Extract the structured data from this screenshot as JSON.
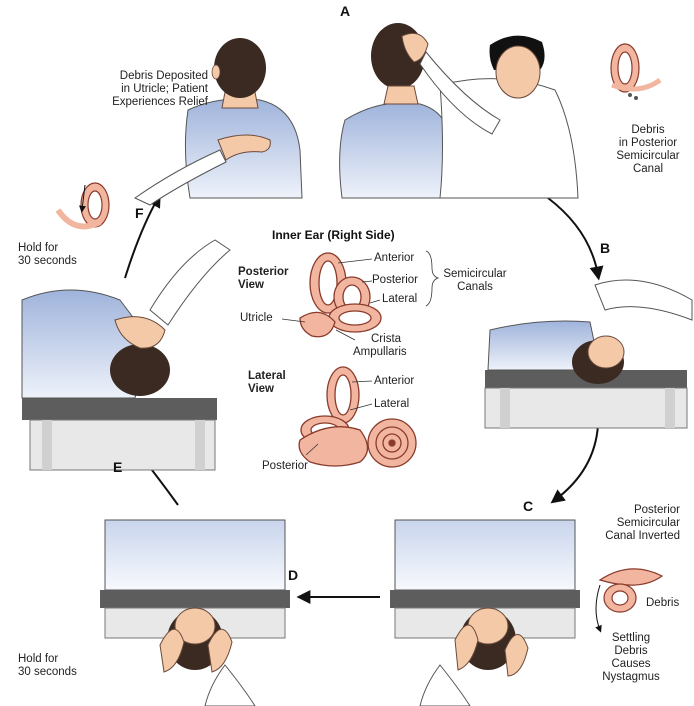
{
  "steps": {
    "a": "A",
    "b": "B",
    "c": "C",
    "d": "D",
    "e": "E",
    "f": "F"
  },
  "labels": {
    "debris_deposited_1": "Debris Deposited",
    "debris_deposited_2": "in Utricle; Patient",
    "debris_deposited_3": "Experiences Relief",
    "debris_posterior_1": "Debris",
    "debris_posterior_2": "in Posterior",
    "debris_posterior_3": "Semicircular",
    "debris_posterior_4": "Canal",
    "hold_top_1": "Hold for",
    "hold_top_2": "30 seconds",
    "hold_bottom_1": "Hold for",
    "hold_bottom_2": "30 seconds",
    "inverted_1": "Posterior",
    "inverted_2": "Semicircular",
    "inverted_3": "Canal Inverted",
    "debris_c": "Debris",
    "settling_1": "Settling",
    "settling_2": "Debris",
    "settling_3": "Causes",
    "settling_4": "Nystagmus"
  },
  "inner_ear": {
    "title": "Inner Ear (Right Side)",
    "posterior_view_1": "Posterior",
    "posterior_view_2": "View",
    "lateral_view_1": "Lateral",
    "lateral_view_2": "View",
    "anterior": "Anterior",
    "posterior": "Posterior",
    "lateral": "Lateral",
    "semicircular_1": "Semicircular",
    "semicircular_2": "Canals",
    "utricle": "Utricle",
    "crista_1": "Crista",
    "crista_2": "Ampullaris",
    "anterior_2": "Anterior",
    "lateral_2": "Lateral",
    "posterior_2": "Posterior"
  },
  "colors": {
    "shirt": "#aebfe0",
    "shirt_dark": "#7f95c4",
    "skin": "#f3c9a8",
    "hair": "#3a2a22",
    "ear_pink": "#f2b6a0",
    "ear_outline": "#8a3b2c",
    "table_top": "#5d5d5d",
    "table_base": "#e8e8e8",
    "arrow": "#111111"
  }
}
